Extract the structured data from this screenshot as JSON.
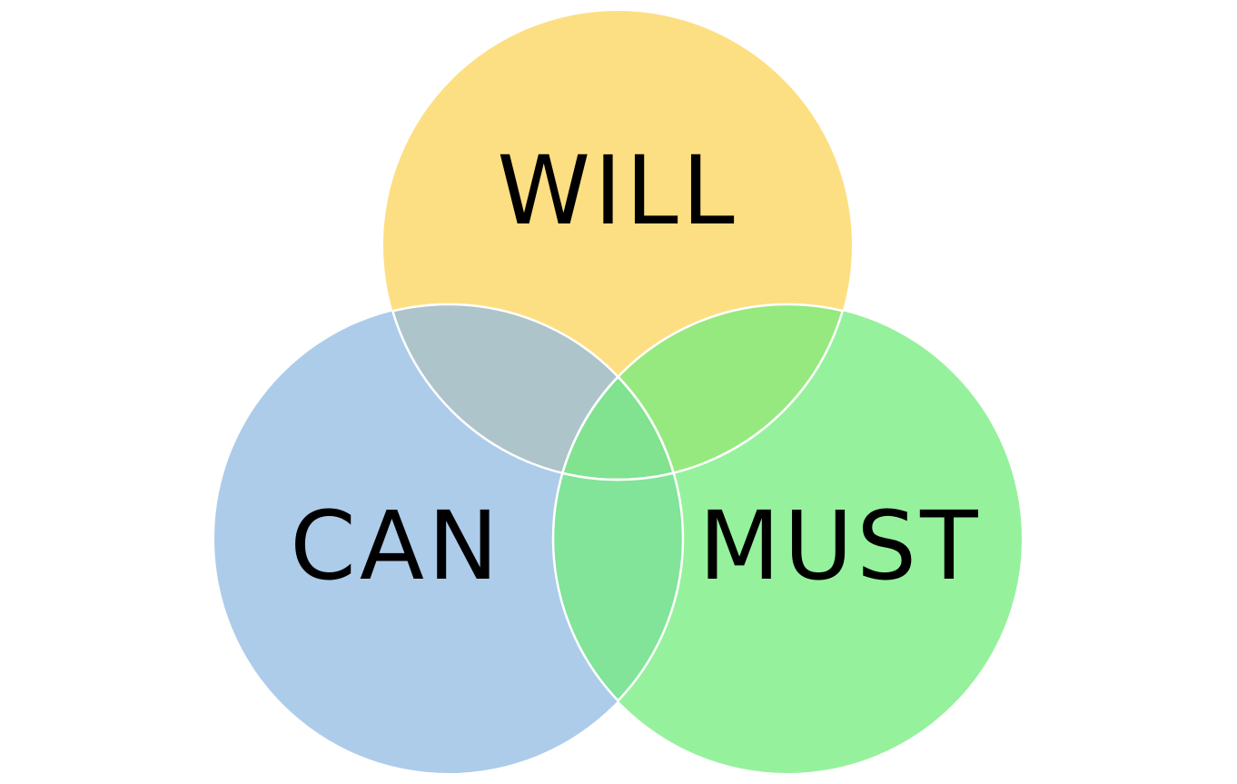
{
  "diagram": {
    "type": "venn",
    "sets": [
      {
        "id": "will",
        "label": "WILL",
        "color": "#fcd45a",
        "opacity": 0.75
      },
      {
        "id": "can",
        "label": "CAN",
        "color": "#92bbe3",
        "opacity": 0.75
      },
      {
        "id": "must",
        "label": "MUST",
        "color": "#73ec7c",
        "opacity": 0.75
      }
    ],
    "overlap_outline_color": "#ffffff"
  }
}
